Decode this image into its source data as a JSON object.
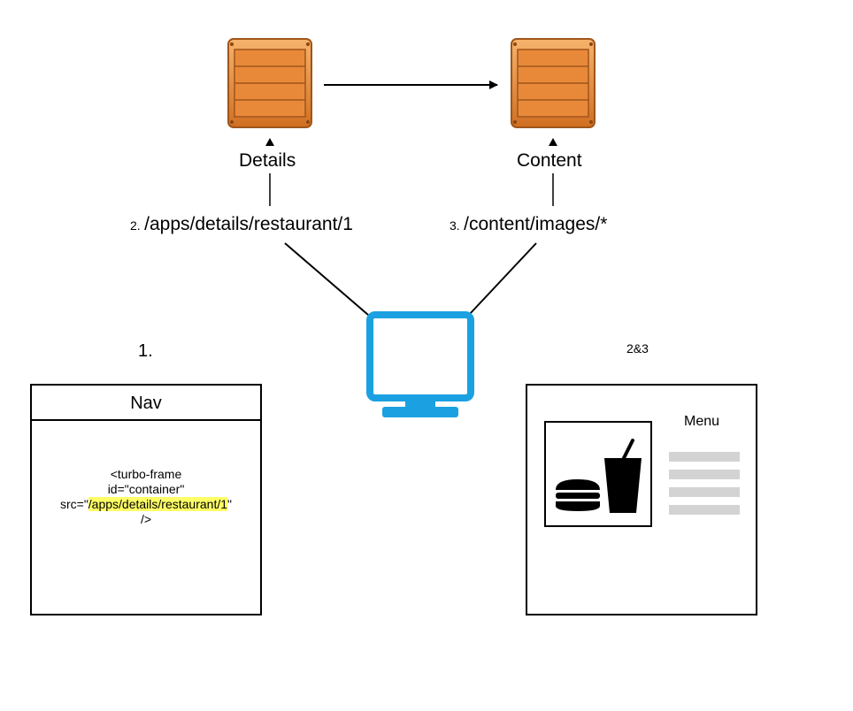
{
  "top": {
    "details_label": "Details",
    "content_label": "Content",
    "request_details_num": "2.",
    "request_details_path": "/apps/details/restaurant/1",
    "request_content_num": "3.",
    "request_content_path": "/content/images/*"
  },
  "step1": {
    "number": "1.",
    "header": "Nav",
    "code_line1": "<turbo-frame",
    "code_line2": "id=\"container\"",
    "code_src_prefix": "src=\"",
    "code_src_value": "/apps/details/restaurant/1",
    "code_src_suffix": "\"",
    "code_line4": "/>"
  },
  "step23": {
    "number": "2&3",
    "menu_label": "Menu"
  },
  "icons": [
    "crate-icon",
    "monitor-icon",
    "burger-icon",
    "drink-icon"
  ],
  "colors": {
    "monitor": "#1ba1e2",
    "highlight": "#ffff66",
    "crate": "#e0873a",
    "menu_bars": "#d3d3d3"
  }
}
